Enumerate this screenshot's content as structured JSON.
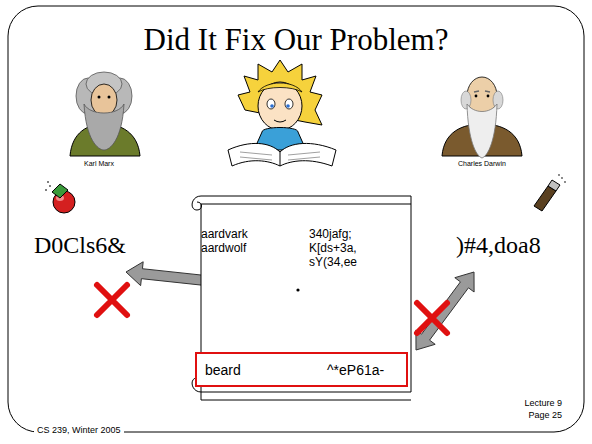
{
  "diagram": {
    "title": "Did It Fix Our Problem?",
    "nodes": [
      {
        "text": [
          "aardvark",
          "340jafg;",
          "aardwolf",
          "K[ds+3a,",
          "sY(34,ee"
        ]
      },
      {
        "text": [
          "beard",
          "^*eP61a-"
        ],
        "in": 0
      }
    ],
    "labels": [
      "Karl Marx",
      "Charles Darwin",
      "D0Cls6&",
      ")#4,doa8",
      "CS 239, Winter 2005",
      "Lecture 9",
      "Page 25"
    ]
  }
}
